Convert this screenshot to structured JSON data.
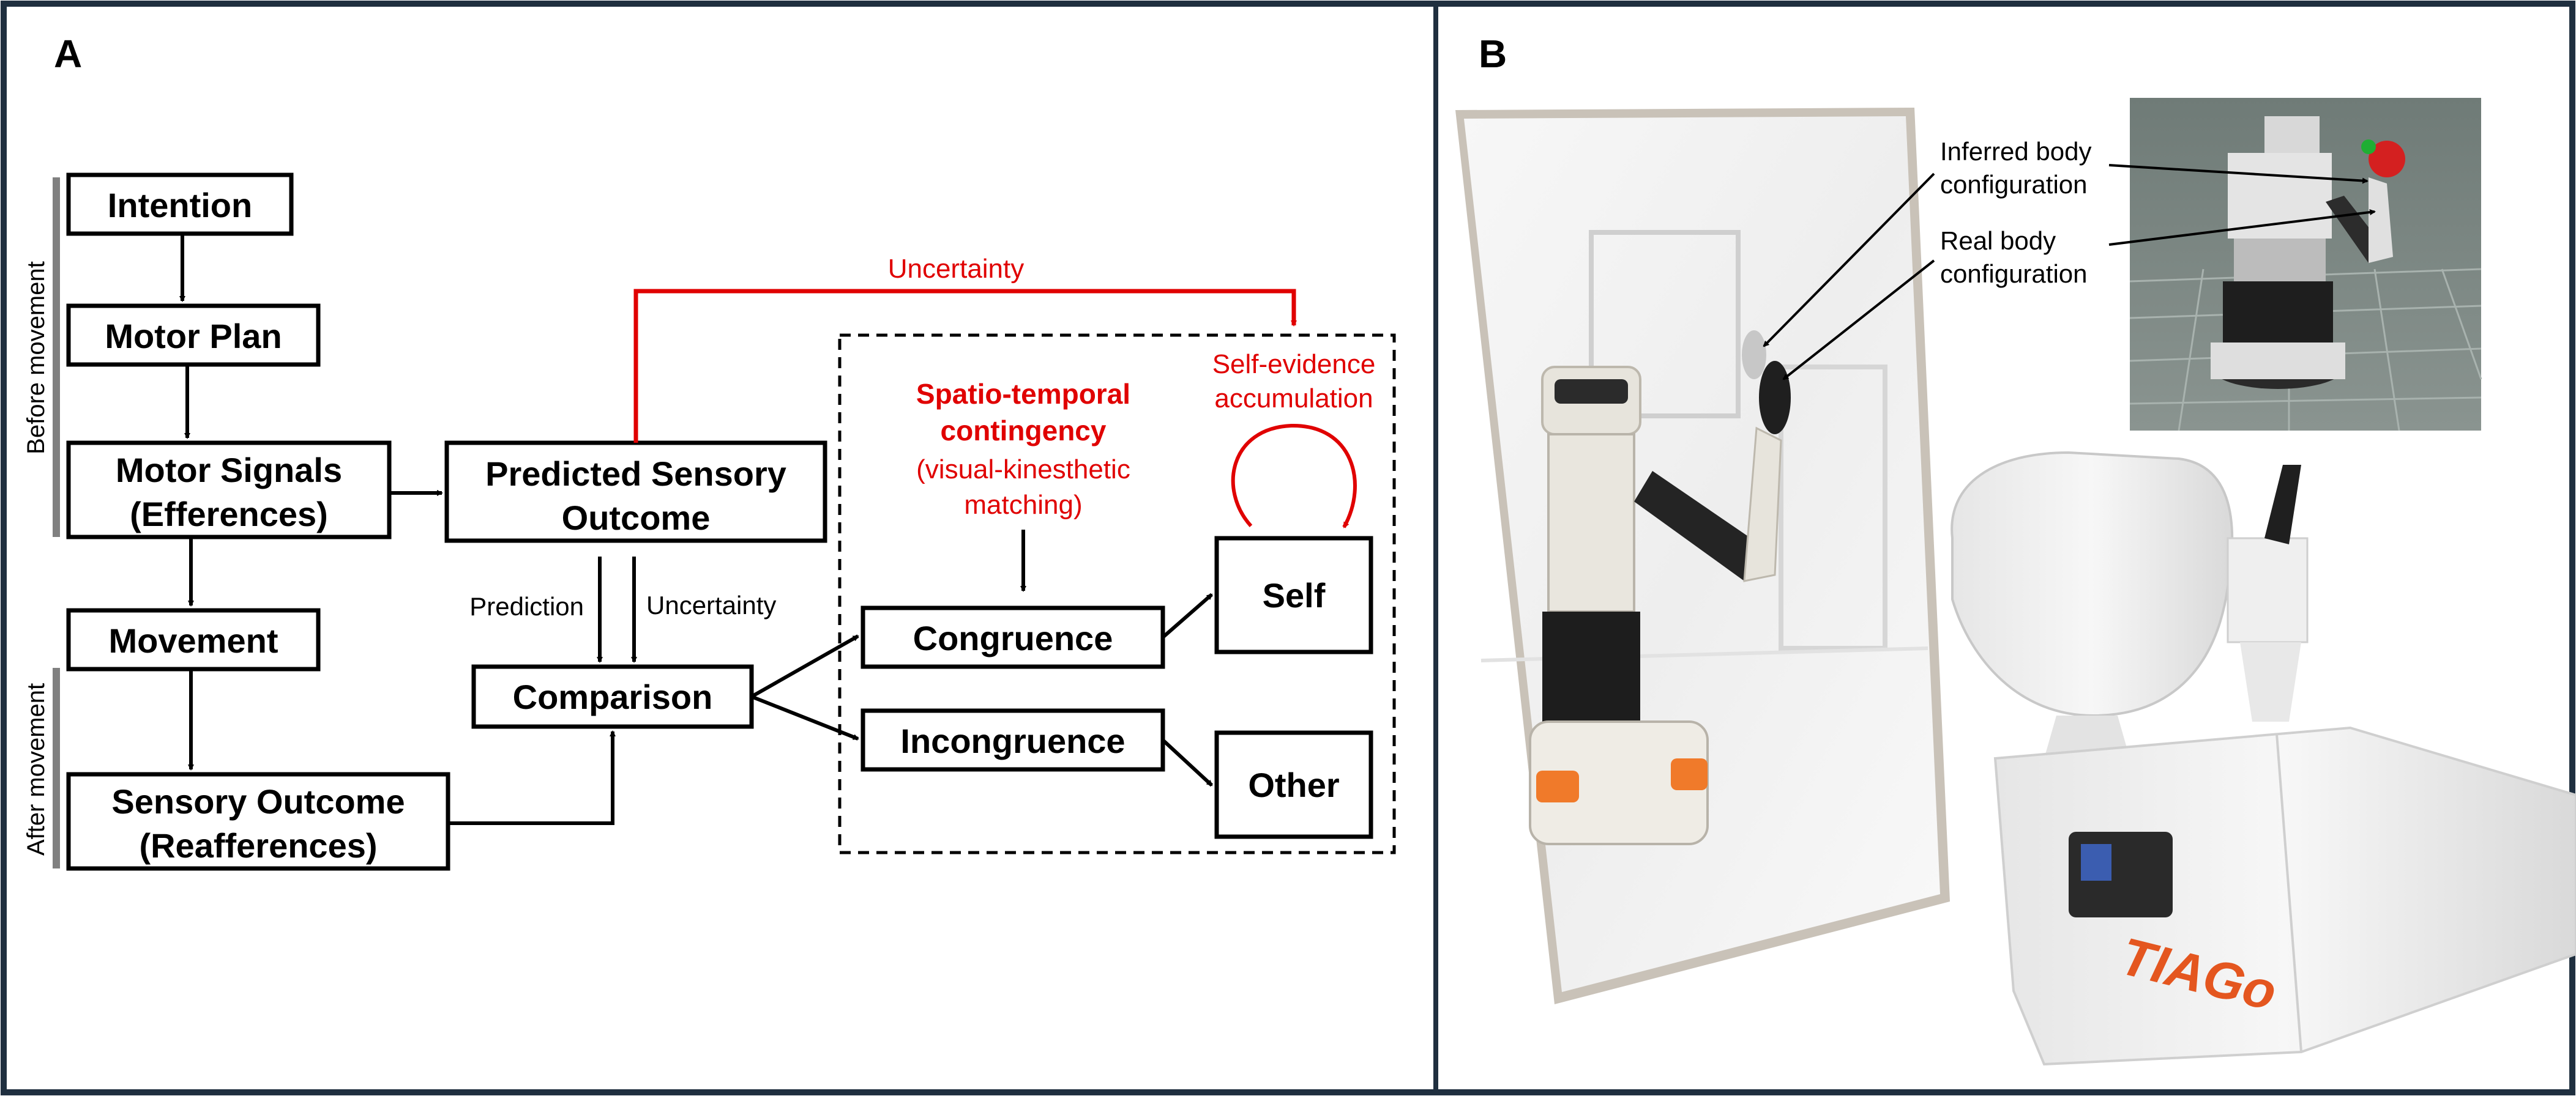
{
  "panel_a": {
    "letter": "A",
    "side_labels": {
      "before": "Before movement",
      "after": "After movement"
    },
    "boxes": {
      "intention": "Intention",
      "motor_plan": "Motor Plan",
      "motor_signals_1": "Motor Signals",
      "motor_signals_2": "(Efferences)",
      "movement": "Movement",
      "sensory_outcome_1": "Sensory Outcome",
      "sensory_outcome_2": "(Reafferences)",
      "predicted_1": "Predicted Sensory",
      "predicted_2": "Outcome",
      "comparison": "Comparison",
      "congruence": "Congruence",
      "incongruence": "Incongruence",
      "self": "Self",
      "other": "Other"
    },
    "arrow_labels": {
      "prediction": "Prediction",
      "uncertainty_small": "Uncertainty",
      "uncertainty_top": "Uncertainty"
    },
    "contingency": {
      "title_1": "Spatio-temporal",
      "title_2": "contingency",
      "sub_1": "(visual-kinesthetic",
      "sub_2": "matching)"
    },
    "self_evidence": {
      "line_1": "Self-evidence",
      "line_2": "accumulation"
    },
    "accent_color": "#e00000"
  },
  "panel_b": {
    "letter": "B",
    "annotations": {
      "inferred_1": "Inferred body",
      "inferred_2": "configuration",
      "real_1": "Real body",
      "real_2": "configuration"
    },
    "brand_text": "TIAGo"
  }
}
